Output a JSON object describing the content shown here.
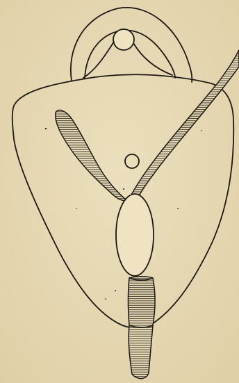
{
  "figure": {
    "paper_color": "#e6d8b4",
    "ink_color": "#1c1812",
    "hatch_style": "horizontal-lines",
    "parts": [
      "outer-outline",
      "upper-arch",
      "inner-loop",
      "top-circle",
      "left-hatched-band",
      "right-diagonal-band",
      "small-central-circle",
      "central-oval",
      "lower-hatched-stem"
    ]
  }
}
